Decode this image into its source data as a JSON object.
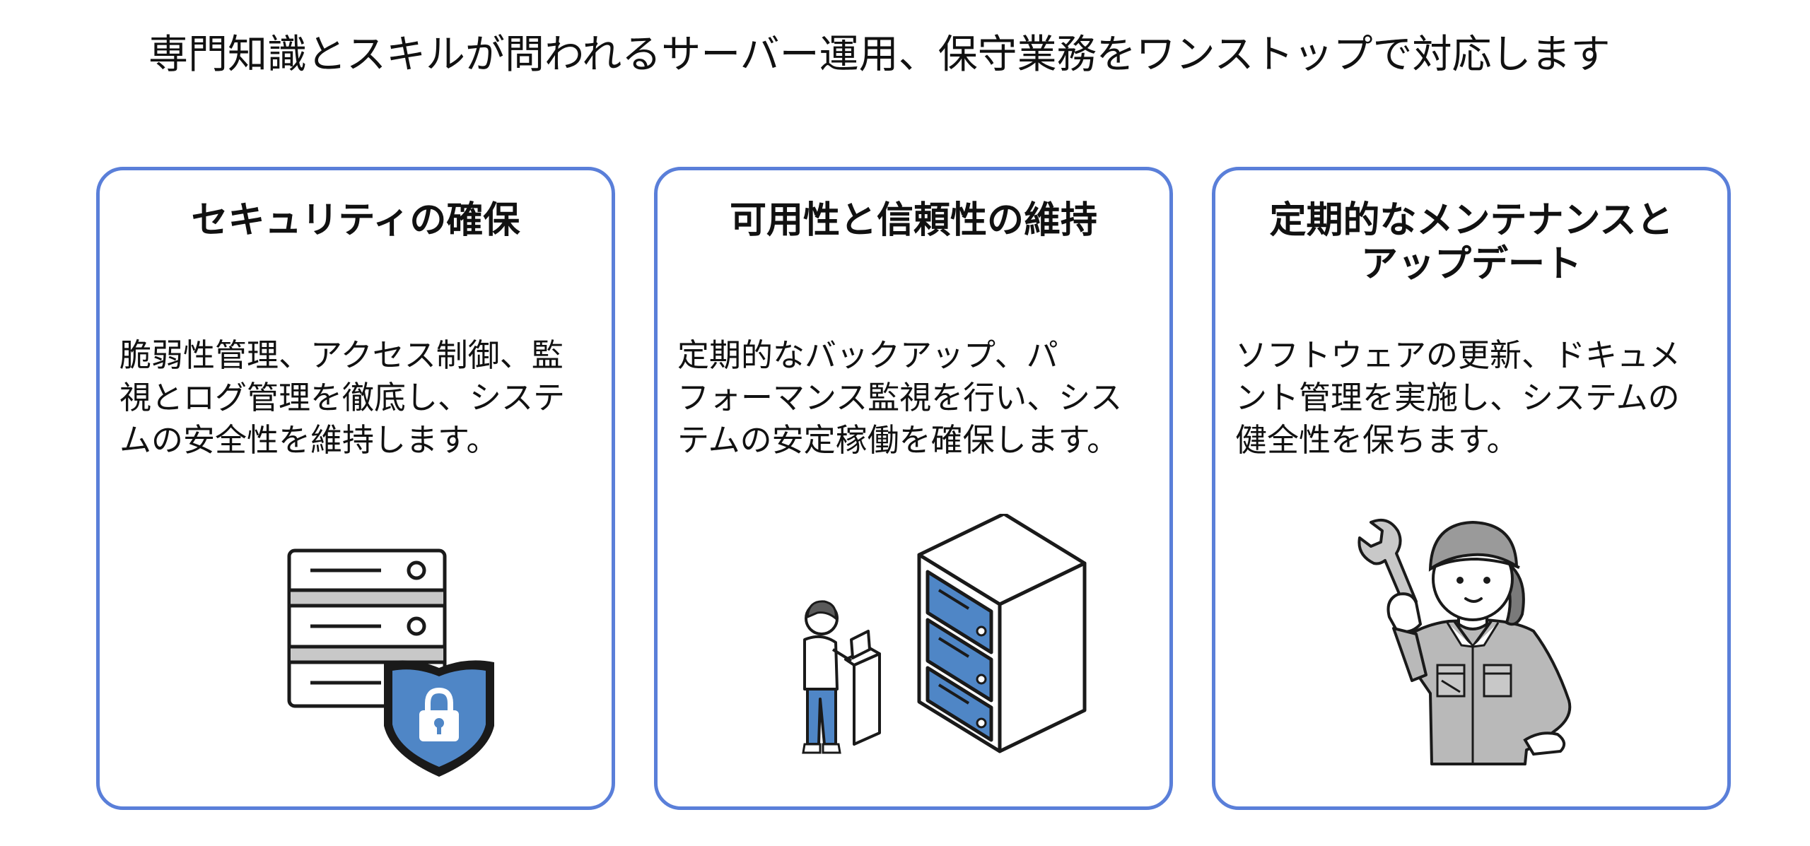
{
  "page": {
    "heading": "専門知識とスキルが問われるサーバー運用、保守業務をワンストップで対応します"
  },
  "cards": [
    {
      "title": "セキュリティの確保",
      "description": "脆弱性管理、アクセス制御、監\n視とログ管理を徹底し、システ\nムの安全性を維持します。",
      "illustration": "server-shield-lock-icon"
    },
    {
      "title": "可用性と信頼性の維持",
      "description": "定期的なバックアップ、パ\nフォーマンス監視を行い、シス\nテムの安定稼働を確保します。",
      "illustration": "operator-server-rack-icon"
    },
    {
      "title": "定期的なメンテナンスと\nアップデート",
      "description": "ソフトウェアの更新、ドキュメ\nント管理を実施し、システムの\n健全性を保ちます。",
      "illustration": "maintenance-worker-wrench-icon"
    }
  ],
  "colors": {
    "border": "#5a7fd9",
    "accent_blue": "#4f86c6",
    "gray_fill": "#c8c8c8",
    "text": "#111111"
  }
}
